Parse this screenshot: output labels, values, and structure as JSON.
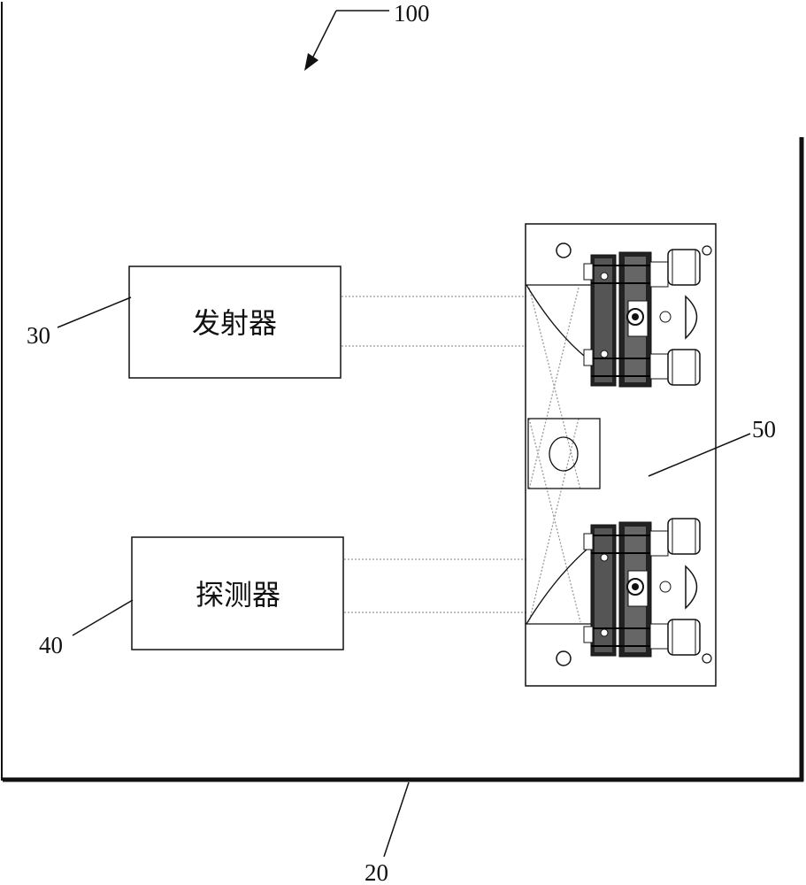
{
  "labels": {
    "system": "100",
    "base": "20",
    "emitter": "30",
    "detector": "40",
    "module": "50"
  },
  "boxes": {
    "emitter_text": "发射器",
    "detector_text": "探测器"
  }
}
